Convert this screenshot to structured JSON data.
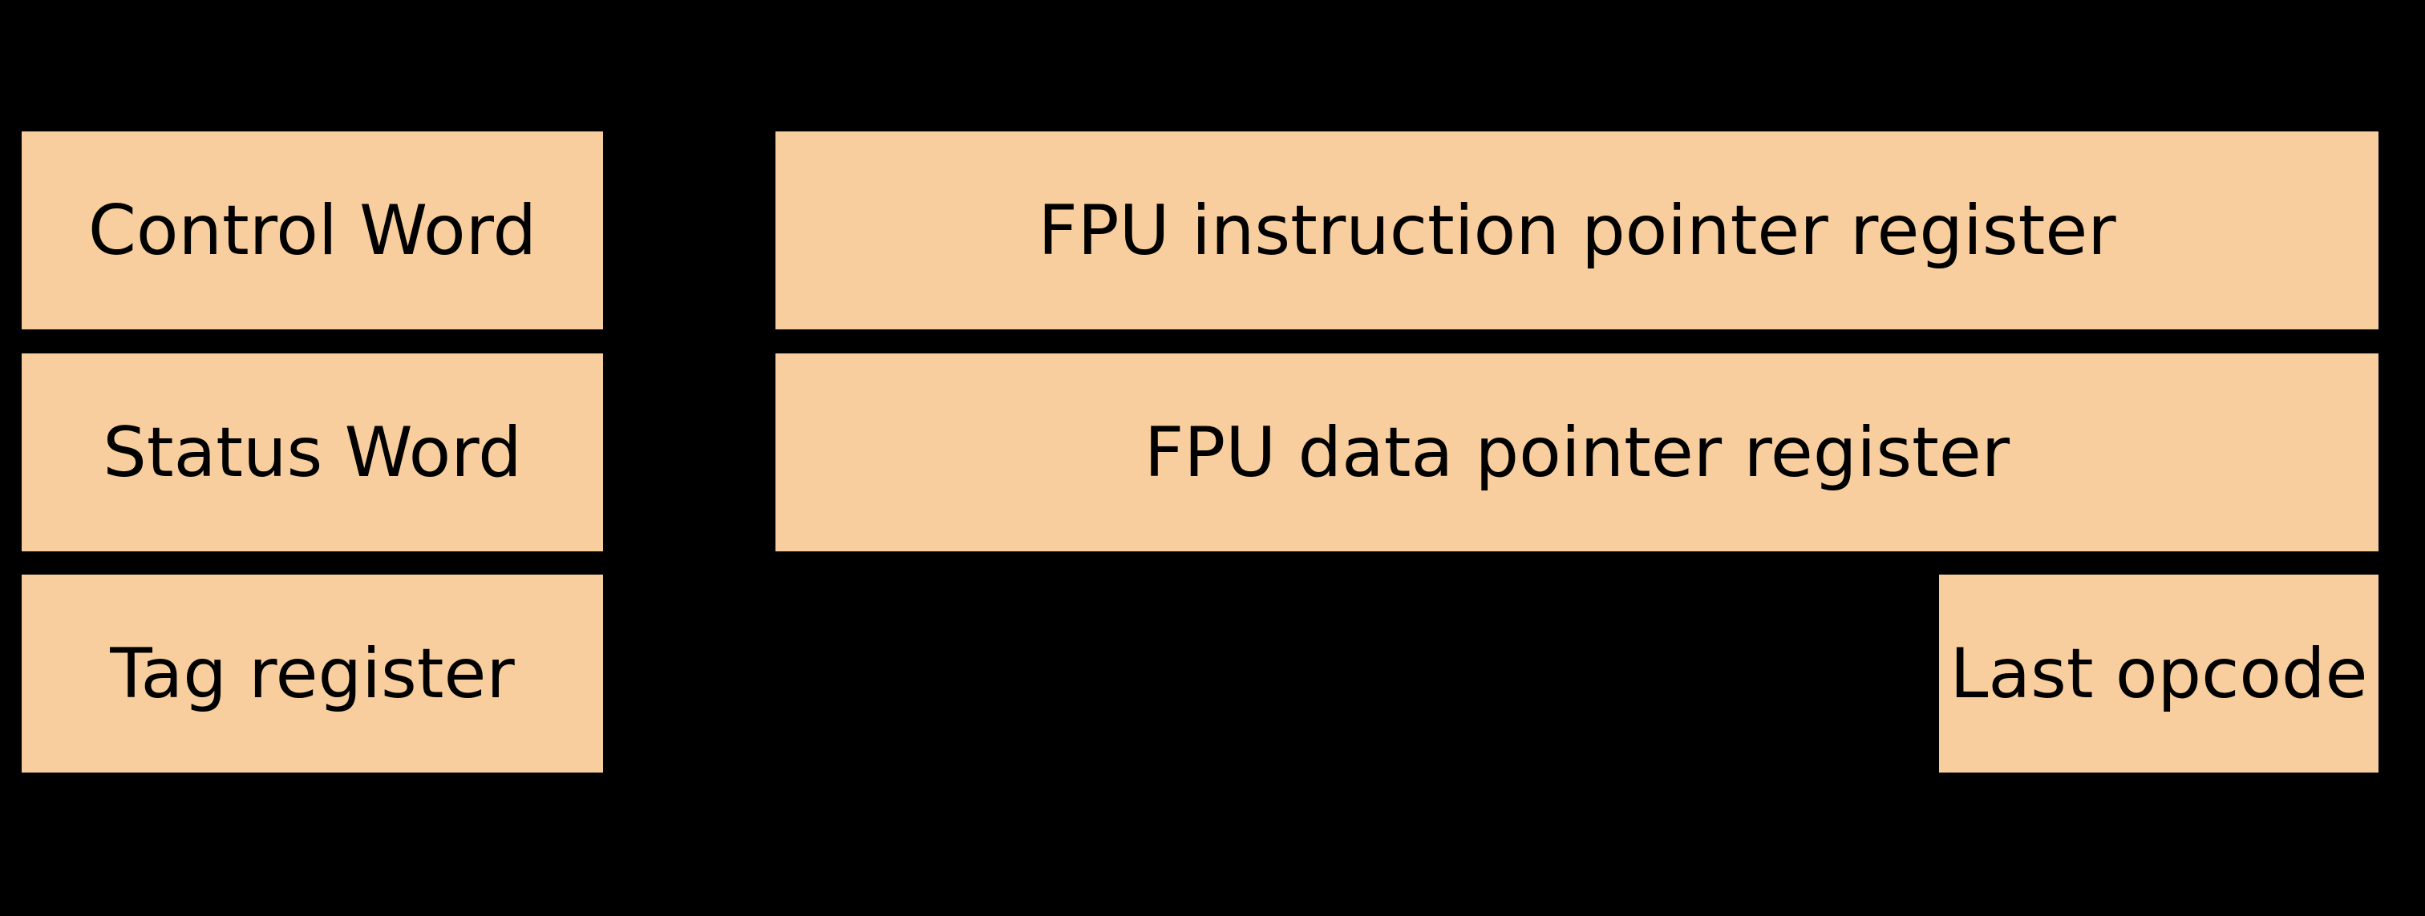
{
  "diagram": {
    "colors": {
      "background": "#000000",
      "box_fill": "#F8CE9E",
      "text": "#000000"
    },
    "boxes": {
      "control_word": "Control Word",
      "status_word": "Status Word",
      "tag_register": "Tag register",
      "fpu_instruction_pointer": "FPU instruction pointer register",
      "fpu_data_pointer": "FPU data pointer register",
      "last_opcode": "Last opcode"
    }
  }
}
